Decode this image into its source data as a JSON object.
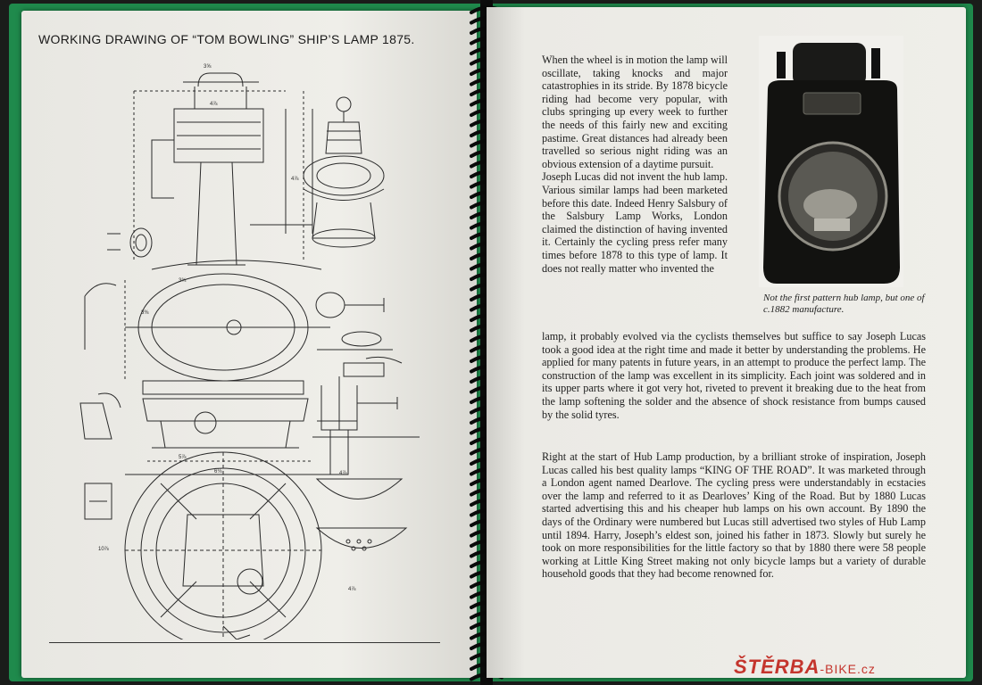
{
  "left_page": {
    "title": "WORKING DRAWING OF “TOM BOWLING” SHIP’S LAMP 1875."
  },
  "right_page": {
    "paragraph1_narrow": "When the wheel is in motion the lamp will oscillate, taking knocks and major catastrophies in its stride. By 1878 bicycle riding had become very popular, with clubs springing up every week to further the needs of this fairly new and exciting pastime. Great distances had already been travelled so serious night riding was an obvious extension of a daytime pursuit.",
    "paragraph2_narrow": "Joseph Lucas did not invent the hub lamp. Various similar lamps had been marketed before this date. Indeed Henry Salsbury of the Salsbury Lamp Works, London claimed the distinction of having invented it. Certainly the cycling press refer many times before 1878 to this type of lamp. It does not really matter who invented the",
    "paragraph2_wide": "lamp, it probably evolved via the cyclists themselves but suffice to say Joseph Lucas took a good idea at the right time and made it better by understanding the problems. He applied for many patents in future years, in an attempt to produce the perfect lamp. The construction of the lamp was excellent in its simplicity. Each joint was soldered and in its upper parts where it got very hot, riveted to prevent it breaking due to the heat from the lamp softening the solder and the absence of shock resistance from bumps caused by the solid tyres.",
    "paragraph3": "Right at the start of Hub Lamp production, by a brilliant stroke of inspiration, Joseph Lucas called his best quality lamps “KING OF THE ROAD”. It was marketed through a London agent named Dearlove. The cycling press were understandably in ecstacies over the lamp and referred to it as Dearloves’ King of the Road. But by 1880 Lucas started advertising this and his cheaper hub lamps on his own account. By 1890 the days of the Ordinary were numbered but Lucas still advertised two styles of Hub Lamp until 1894. Harry, Joseph’s eldest son, joined his father in 1873. Slowly but surely he took on more responsibilities for the little factory so that by 1880 there were 58 people working at Little King Street making not only bicycle lamps but a variety of durable household goods that they had become renowned for.",
    "photo_caption": "Not the first pattern hub lamp, but one of c.1882 manufacture."
  },
  "watermark": {
    "name": "ŠTĚRBA",
    "domain": "-BIKE.cz"
  },
  "colors": {
    "cover": "#1f8a4c",
    "paper": "#ecebe6",
    "ink": "#1d1d1d",
    "watermark": "#c4352d"
  }
}
